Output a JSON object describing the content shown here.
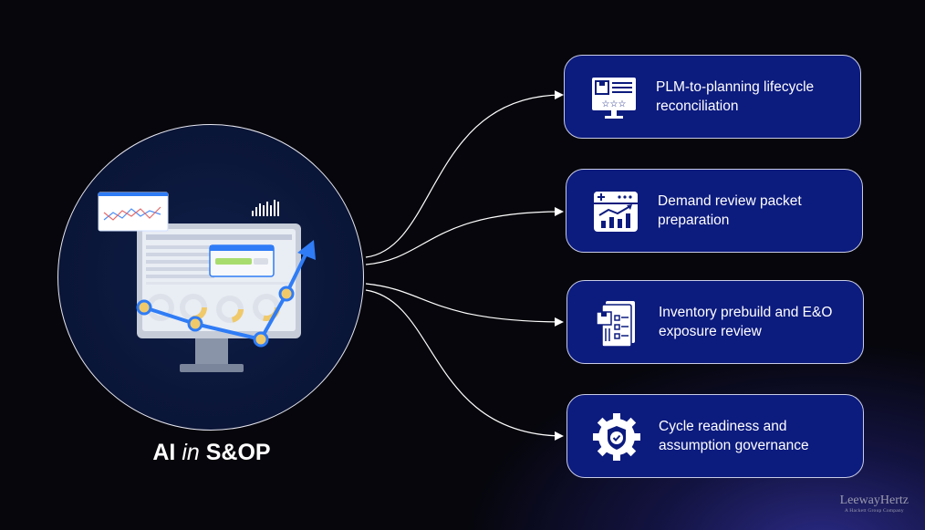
{
  "hub": {
    "title_prefix": "AI",
    "title_italic": "in",
    "title_suffix": "S&OP",
    "illustration": "monitor-dashboard-with-rising-trend-arrow"
  },
  "cards": [
    {
      "label": "PLM-to-planning lifecycle reconciliation",
      "icon": "product-rating-monitor-icon"
    },
    {
      "label": "Demand review packet preparation",
      "icon": "demand-report-chart-icon"
    },
    {
      "label": "Inventory prebuild and E&O exposure review",
      "icon": "inventory-checklist-icon"
    },
    {
      "label": "Cycle readiness and assumption governance",
      "icon": "gear-check-icon"
    }
  ],
  "brand": {
    "name": "LeewayHertz",
    "tagline": "A Hackett Group Company"
  },
  "colors": {
    "background": "#06060c",
    "card": "#0c1b7e",
    "hub": "#0b173a",
    "accent": "#2f7cf6",
    "connector": "#ffffff"
  }
}
